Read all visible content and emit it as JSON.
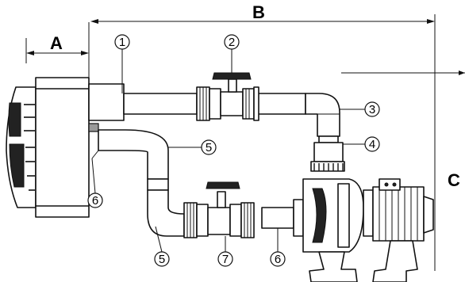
{
  "dimensions": {
    "A": "A",
    "B": "B",
    "C": "C"
  },
  "callouts": [
    "1",
    "2",
    "3",
    "4",
    "5",
    "5",
    "6",
    "6",
    "7"
  ]
}
